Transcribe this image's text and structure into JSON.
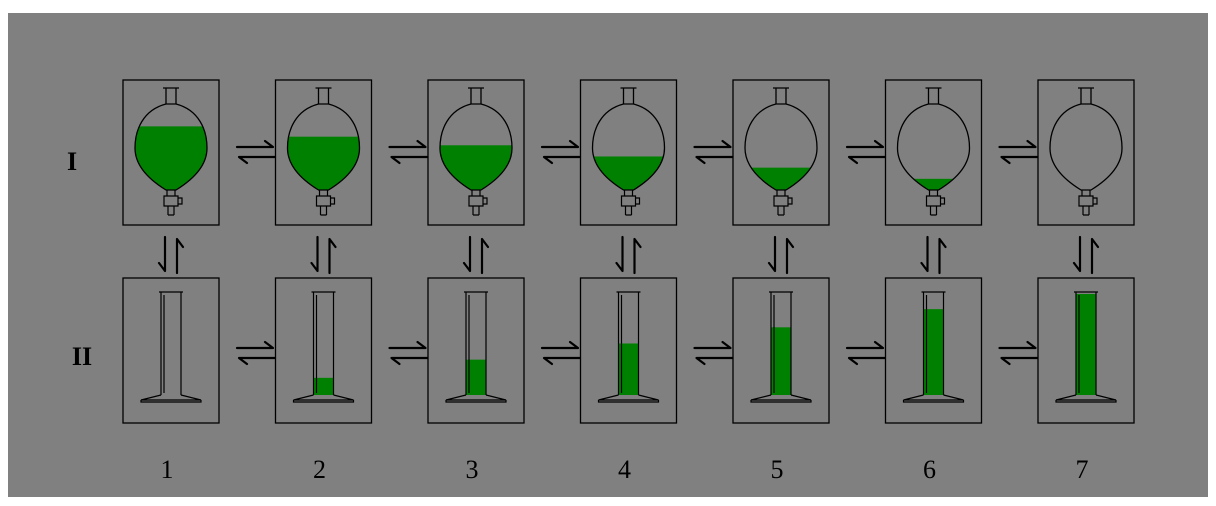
{
  "colors": {
    "background": "#808080",
    "liquid": "#008000",
    "stroke": "#000000"
  },
  "rows": [
    {
      "label": "I",
      "vessel": "separatory-funnel"
    },
    {
      "label": "II",
      "vessel": "graduated-cylinder"
    }
  ],
  "columns": [
    {
      "label": "1",
      "funnel_fill": 0.74,
      "cylinder_fill": 0.0
    },
    {
      "label": "2",
      "funnel_fill": 0.62,
      "cylinder_fill": 0.17
    },
    {
      "label": "3",
      "funnel_fill": 0.52,
      "cylinder_fill": 0.35
    },
    {
      "label": "4",
      "funnel_fill": 0.39,
      "cylinder_fill": 0.51
    },
    {
      "label": "5",
      "funnel_fill": 0.26,
      "cylinder_fill": 0.67
    },
    {
      "label": "6",
      "funnel_fill": 0.13,
      "cylinder_fill": 0.85
    },
    {
      "label": "7",
      "funnel_fill": 0.0,
      "cylinder_fill": 1.0
    }
  ],
  "arrow_symbols": {
    "horizontal": "equilibrium-horizontal-arrows",
    "vertical": "equilibrium-vertical-arrows"
  }
}
